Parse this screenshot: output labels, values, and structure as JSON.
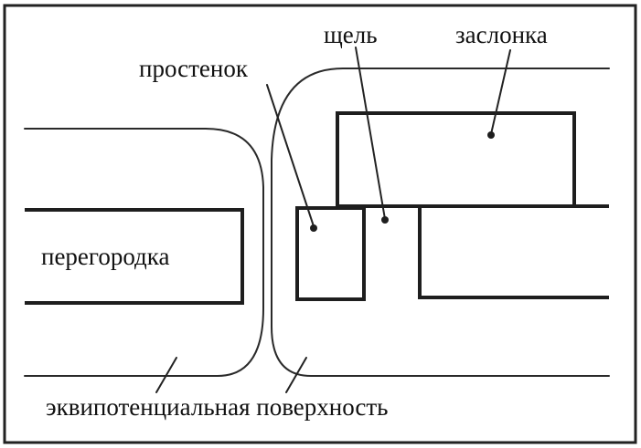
{
  "labels": {
    "wall": "простенок",
    "slit": "щель",
    "shutter": "заслонка",
    "partition": "перегородка",
    "equipotential": "эквипотенциальная поверхность"
  }
}
